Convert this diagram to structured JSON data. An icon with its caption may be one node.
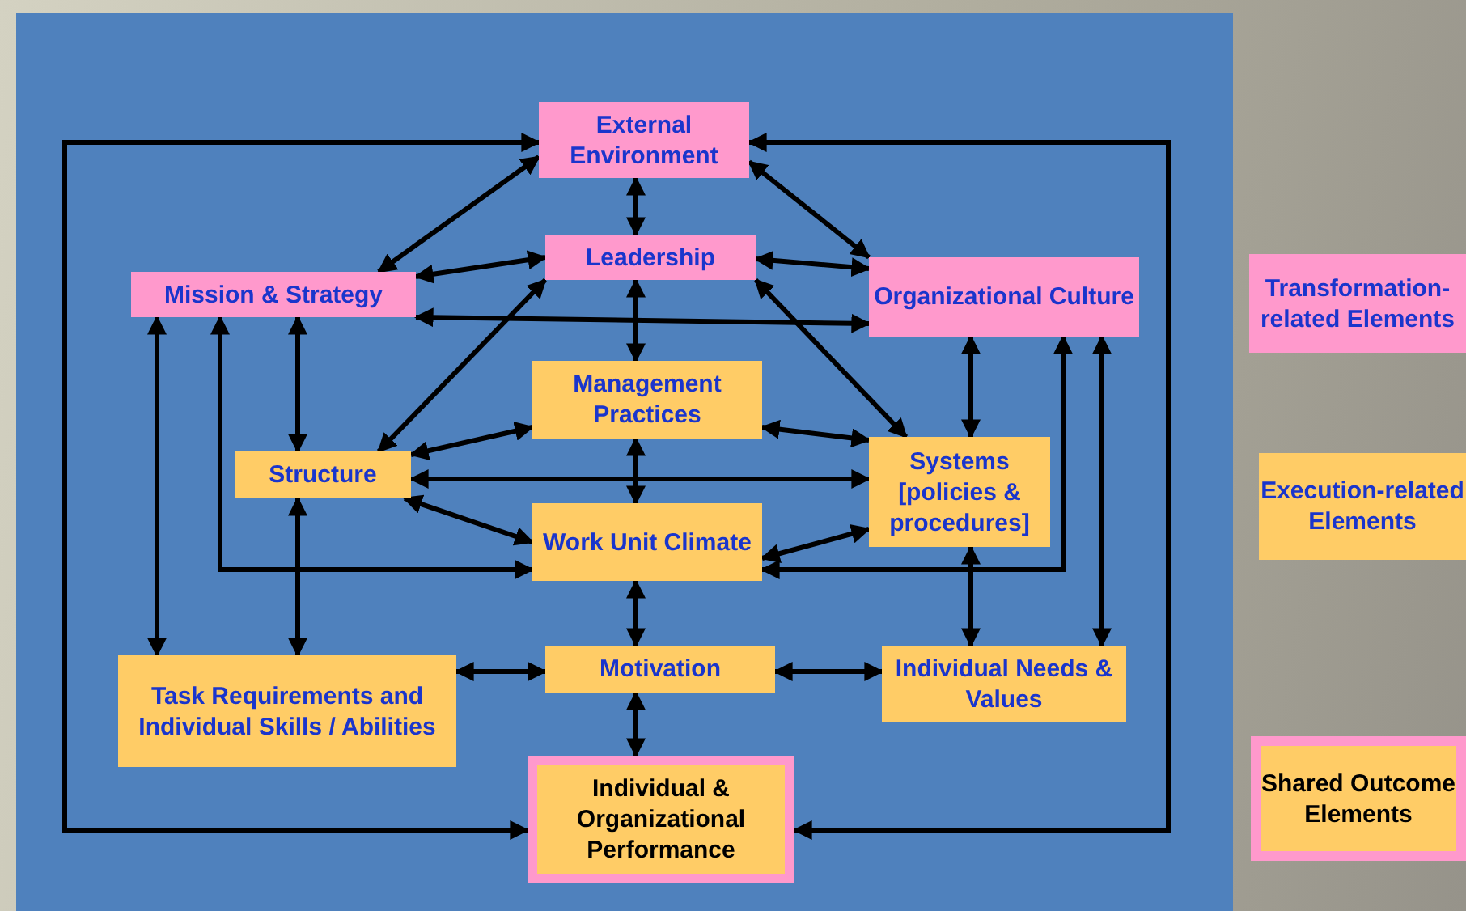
{
  "diagram": {
    "nodes": [
      {
        "text": [
          "External Environment"
        ]
      },
      {
        "text": [
          "Mission & Strategy"
        ]
      },
      {
        "text": [
          "Leadership"
        ]
      },
      {
        "text": [
          "Organizational Culture"
        ]
      },
      {
        "text": [
          "Management Practices"
        ]
      },
      {
        "text": [
          "Structure"
        ]
      },
      {
        "text": [
          "Systems [policies & procedures]"
        ]
      },
      {
        "text": [
          "Work Unit Climate"
        ]
      },
      {
        "text": [
          "Task Requirements and Individual Skills / Abilities"
        ]
      },
      {
        "text": [
          "Motivation"
        ]
      },
      {
        "text": [
          "Individual Needs & Values"
        ]
      },
      {
        "text": [
          "Individual & Organizational Performance"
        ]
      },
      {
        "text": [
          "Transformation-related Elements"
        ]
      },
      {
        "text": [
          "Execution-related Elements"
        ]
      },
      {
        "text": [
          "Shared Outcome Elements"
        ]
      }
    ],
    "edges": [
      {
        "from": 0,
        "to": 11,
        "arrow": "both"
      },
      {
        "from": 0,
        "to": 11,
        "arrow": "both"
      },
      {
        "from": 0,
        "to": 1,
        "arrow": "both"
      },
      {
        "from": 0,
        "to": 2,
        "arrow": "both"
      },
      {
        "from": 0,
        "to": 3,
        "arrow": "both"
      },
      {
        "from": 1,
        "to": 2,
        "arrow": "both"
      },
      {
        "from": 1,
        "to": 3,
        "arrow": "both"
      },
      {
        "from": 1,
        "to": 5,
        "arrow": "both"
      },
      {
        "from": 1,
        "to": 7,
        "arrow": "both"
      },
      {
        "from": 1,
        "to": 8,
        "arrow": "both"
      },
      {
        "from": 2,
        "to": 3,
        "arrow": "both"
      },
      {
        "from": 2,
        "to": 4,
        "arrow": "both"
      },
      {
        "from": 2,
        "to": 5,
        "arrow": "both"
      },
      {
        "from": 2,
        "to": 6,
        "arrow": "both"
      },
      {
        "from": 3,
        "to": 6,
        "arrow": "both"
      },
      {
        "from": 3,
        "to": 7,
        "arrow": "both"
      },
      {
        "from": 3,
        "to": 10,
        "arrow": "both"
      },
      {
        "from": 4,
        "to": 5,
        "arrow": "both"
      },
      {
        "from": 4,
        "to": 6,
        "arrow": "both"
      },
      {
        "from": 4,
        "to": 7,
        "arrow": "both"
      },
      {
        "from": 5,
        "to": 6,
        "arrow": "both"
      },
      {
        "from": 5,
        "to": 7,
        "arrow": "both"
      },
      {
        "from": 5,
        "to": 8,
        "arrow": "both"
      },
      {
        "from": 6,
        "to": 7,
        "arrow": "both"
      },
      {
        "from": 6,
        "to": 10,
        "arrow": "both"
      },
      {
        "from": 7,
        "to": 9,
        "arrow": "both"
      },
      {
        "from": 8,
        "to": 9,
        "arrow": "both"
      },
      {
        "from": 9,
        "to": 10,
        "arrow": "both"
      },
      {
        "from": 9,
        "to": 11,
        "arrow": "both"
      }
    ]
  }
}
